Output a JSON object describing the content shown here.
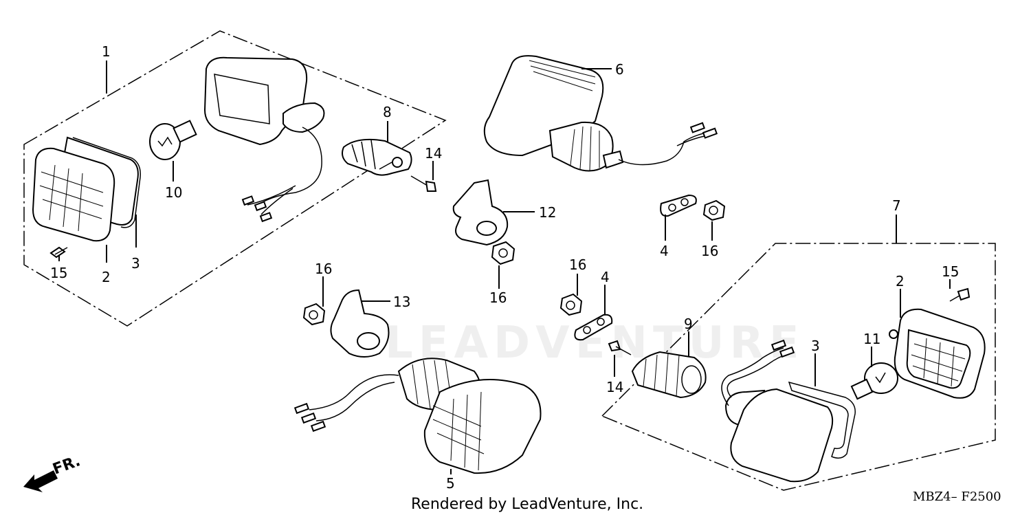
{
  "callouts": {
    "c1": "1",
    "c2a": "2",
    "c3a": "3",
    "c15a": "15",
    "c10": "10",
    "c8": "8",
    "c14a": "14",
    "c6": "6",
    "c12": "12",
    "c4a": "4",
    "c16a": "16",
    "c16b": "16",
    "c7": "7",
    "c16c": "16",
    "c13": "13",
    "c16d": "16",
    "c4b": "4",
    "c15b": "15",
    "c2b": "2",
    "c9": "9",
    "c3b": "3",
    "c11": "11",
    "c14b": "14",
    "c5": "5"
  },
  "direction_label": "FR.",
  "footer_text": "Rendered by LeadVenture, Inc.",
  "diagram_code": "MBZ4– F2500",
  "watermark": "LEADVENTURE"
}
